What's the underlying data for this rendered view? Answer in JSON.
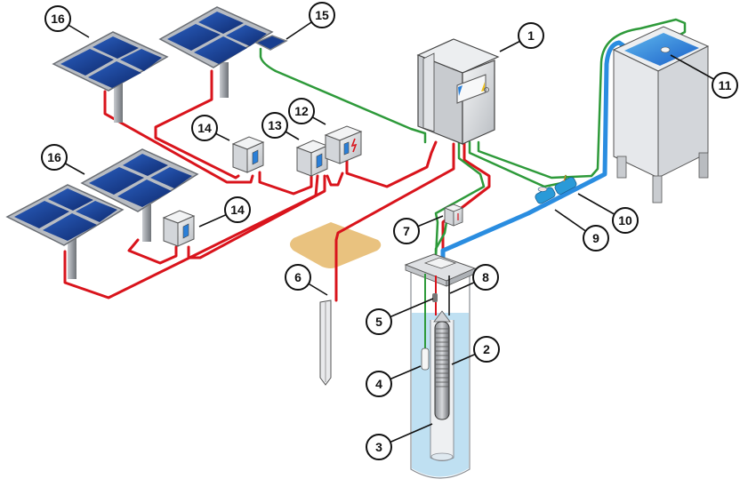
{
  "diagram": {
    "title": "Solar-powered submersible pump system",
    "colors": {
      "power_cable": "#d9141c",
      "signal_cable": "#2e9a3a",
      "water_pipe": "#2a8de0",
      "panel_cell": "#1a3f8f",
      "panel_frame": "#b8bcc2",
      "ground_pad": "#e9c27f",
      "well_water": "#bfe0f2",
      "tank_water": "#3aa0e6",
      "equipment_gray": "#dfe1e4"
    },
    "callouts": [
      {
        "id": "1",
        "label": "1",
        "component": "controller"
      },
      {
        "id": "2",
        "label": "2",
        "component": "submersible-pump"
      },
      {
        "id": "3",
        "label": "3",
        "component": "well-casing"
      },
      {
        "id": "4",
        "label": "4",
        "component": "well-probe"
      },
      {
        "id": "5",
        "label": "5",
        "component": "cable-splice"
      },
      {
        "id": "6",
        "label": "6",
        "component": "ground-rod"
      },
      {
        "id": "7",
        "label": "7",
        "component": "junction-box"
      },
      {
        "id": "8",
        "label": "8",
        "component": "safety-rope"
      },
      {
        "id": "9",
        "label": "9",
        "component": "flow-meter"
      },
      {
        "id": "10",
        "label": "10",
        "component": "pressure-sensor"
      },
      {
        "id": "11",
        "label": "11",
        "component": "float-switch"
      },
      {
        "id": "12",
        "label": "12",
        "component": "surge-protector"
      },
      {
        "id": "13",
        "label": "13",
        "component": "pv-disconnect"
      },
      {
        "id": "14",
        "label": "14",
        "component": "combiner-box"
      },
      {
        "id": "15",
        "label": "15",
        "component": "irradiance-sensor"
      },
      {
        "id": "16",
        "label": "16",
        "component": "solar-array"
      }
    ]
  }
}
